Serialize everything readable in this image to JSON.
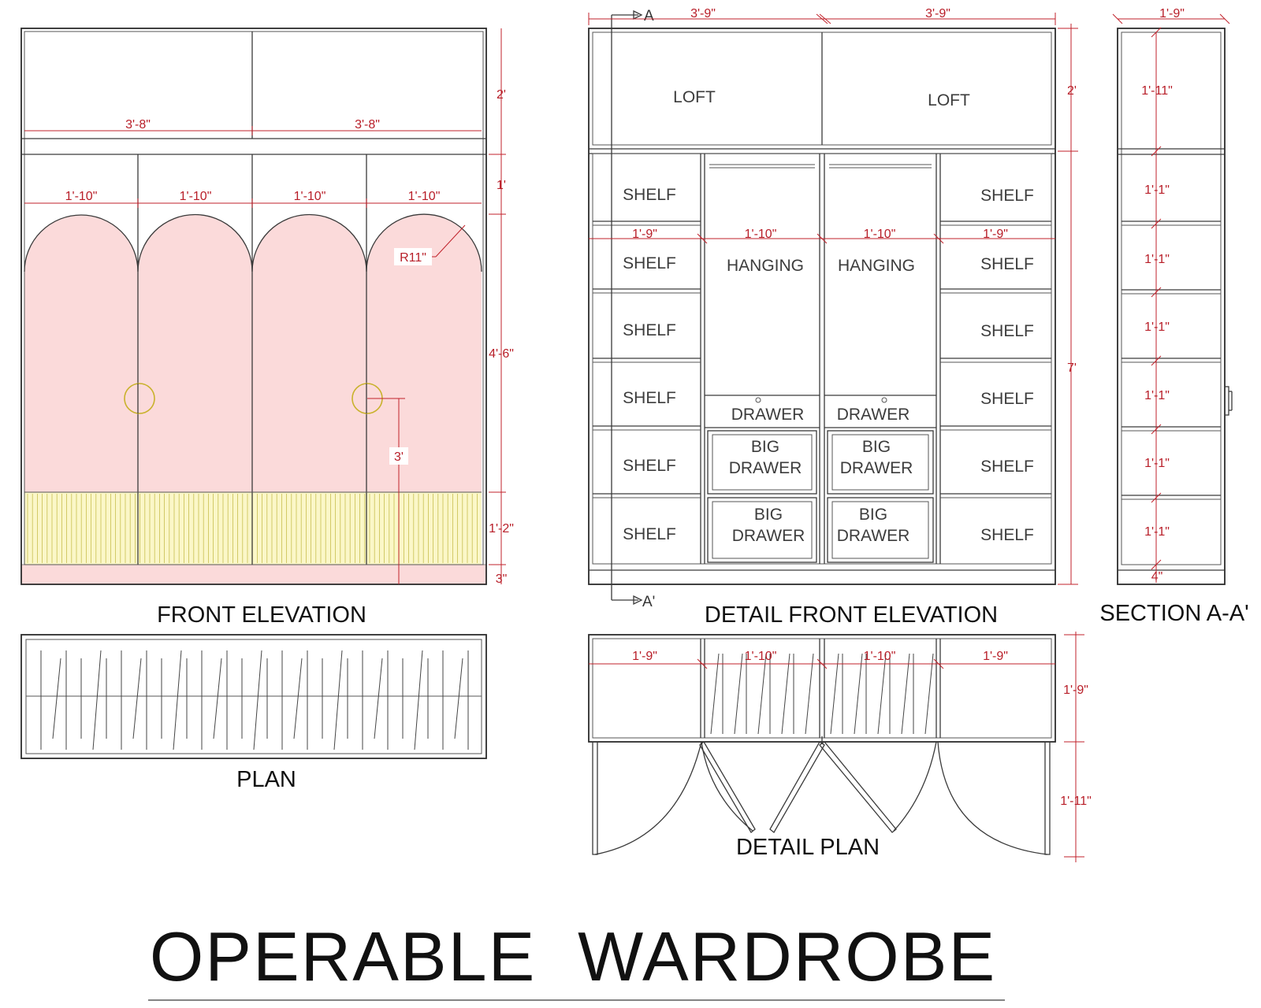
{
  "main_title": "OPERABLE  WARDROBE",
  "views": {
    "front_elevation": {
      "title": "FRONT ELEVATION",
      "dims": {
        "loft_left": "3'-8\"",
        "loft_right": "3'-8\"",
        "door_1": "1'-10\"",
        "door_2": "1'-10\"",
        "door_3": "1'-10\"",
        "door_4": "1'-10\"",
        "radius": "R11\"",
        "handle_height": "3'",
        "h_loft": "2'",
        "h_band": "1'",
        "h_door": "4'-6\"",
        "h_slats": "1'-2\"",
        "h_base": "3\""
      },
      "colors": {
        "door_fill": "#fbdada",
        "slat_fill": "#fbf7c8",
        "slat_line": "#c9bf50",
        "handle": "#c9b22c",
        "dim": "#c0222b"
      }
    },
    "detail_front_elevation": {
      "title": "DETAIL FRONT ELEVATION",
      "section_marks": {
        "top": "A",
        "bottom": "A'"
      },
      "loft_labels": [
        "LOFT",
        "LOFT"
      ],
      "dims": {
        "top_left": "3'-9\"",
        "top_right": "3'-9\"",
        "col_1": "1'-9\"",
        "col_2": "1'-10\"",
        "col_3": "1'-10\"",
        "col_4": "1'-9\"",
        "h_loft": "2'",
        "h_body": "7'"
      },
      "shelf_label": "SHELF",
      "hanging_label": "HANGING",
      "drawer_label": "DRAWER",
      "big_drawer": {
        "line1": "BIG",
        "line2": "DRAWER"
      }
    },
    "section": {
      "title": "SECTION A-A'",
      "dims": {
        "width": "1'-9\"",
        "h_loft": "1'-11\"",
        "h_shelf_1": "1'-1\"",
        "h_shelf_2": "1'-1\"",
        "h_shelf_3": "1'-1\"",
        "h_shelf_4": "1'-1\"",
        "h_shelf_5": "1'-1\"",
        "h_shelf_6": "1'-1\"",
        "h_base": "4\""
      }
    },
    "plan": {
      "title": "PLAN"
    },
    "detail_plan": {
      "title": "DETAIL PLAN",
      "dims": {
        "col_1": "1'-9\"",
        "col_2": "1'-10\"",
        "col_3": "1'-10\"",
        "col_4": "1'-9\"",
        "depth": "1'-9\"",
        "door_swing": "1'-11\""
      }
    }
  }
}
